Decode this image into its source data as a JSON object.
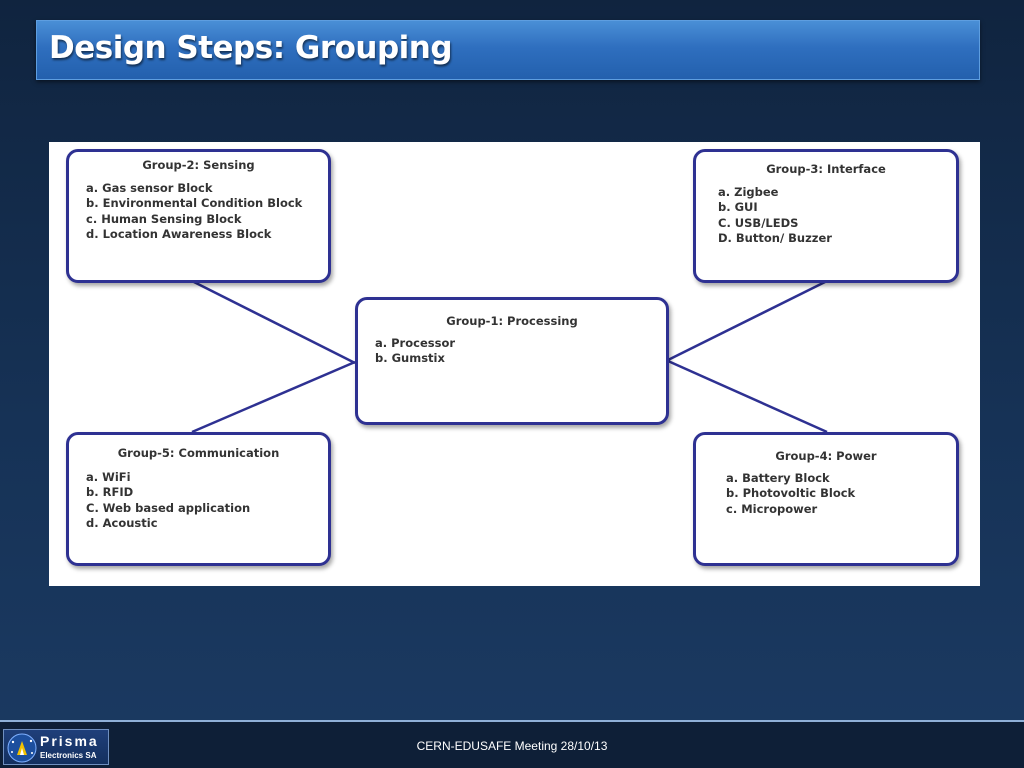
{
  "slide": {
    "title": "Design Steps: Grouping"
  },
  "diagram": {
    "groups": [
      {
        "title": "Group-2: Sensing",
        "items": [
          "a. Gas sensor Block",
          "b. Environmental Condition Block",
          "c. Human Sensing Block",
          "d. Location Awareness Block"
        ]
      },
      {
        "title": "Group-3: Interface",
        "items": [
          "a. Zigbee",
          "b. GUI",
          "C. USB/LEDS",
          "D. Button/ Buzzer"
        ]
      },
      {
        "title": "Group-1: Processing",
        "items": [
          "a. Processor",
          "b. Gumstix"
        ]
      },
      {
        "title": "Group-5: Communication",
        "items": [
          "a. WiFi",
          "b. RFID",
          "C. Web based application",
          "d. Acoustic"
        ]
      },
      {
        "title": "Group-4: Power",
        "items": [
          "a. Battery Block",
          "b. Photovoltic Block",
          "c. Micropower"
        ]
      }
    ],
    "edges": [
      {
        "from": "Group-1: Processing",
        "to": "Group-2: Sensing"
      },
      {
        "from": "Group-1: Processing",
        "to": "Group-3: Interface"
      },
      {
        "from": "Group-1: Processing",
        "to": "Group-5: Communication"
      },
      {
        "from": "Group-1: Processing",
        "to": "Group-4: Power"
      }
    ],
    "colors": {
      "border": "#2e3192",
      "connector": "#2e3192",
      "text": "#333333"
    }
  },
  "footer": {
    "logo_name": "Prisma",
    "logo_subtitle": "Electronics SA",
    "meeting": "CERN-EDUSAFE Meeting 28/10/13"
  }
}
